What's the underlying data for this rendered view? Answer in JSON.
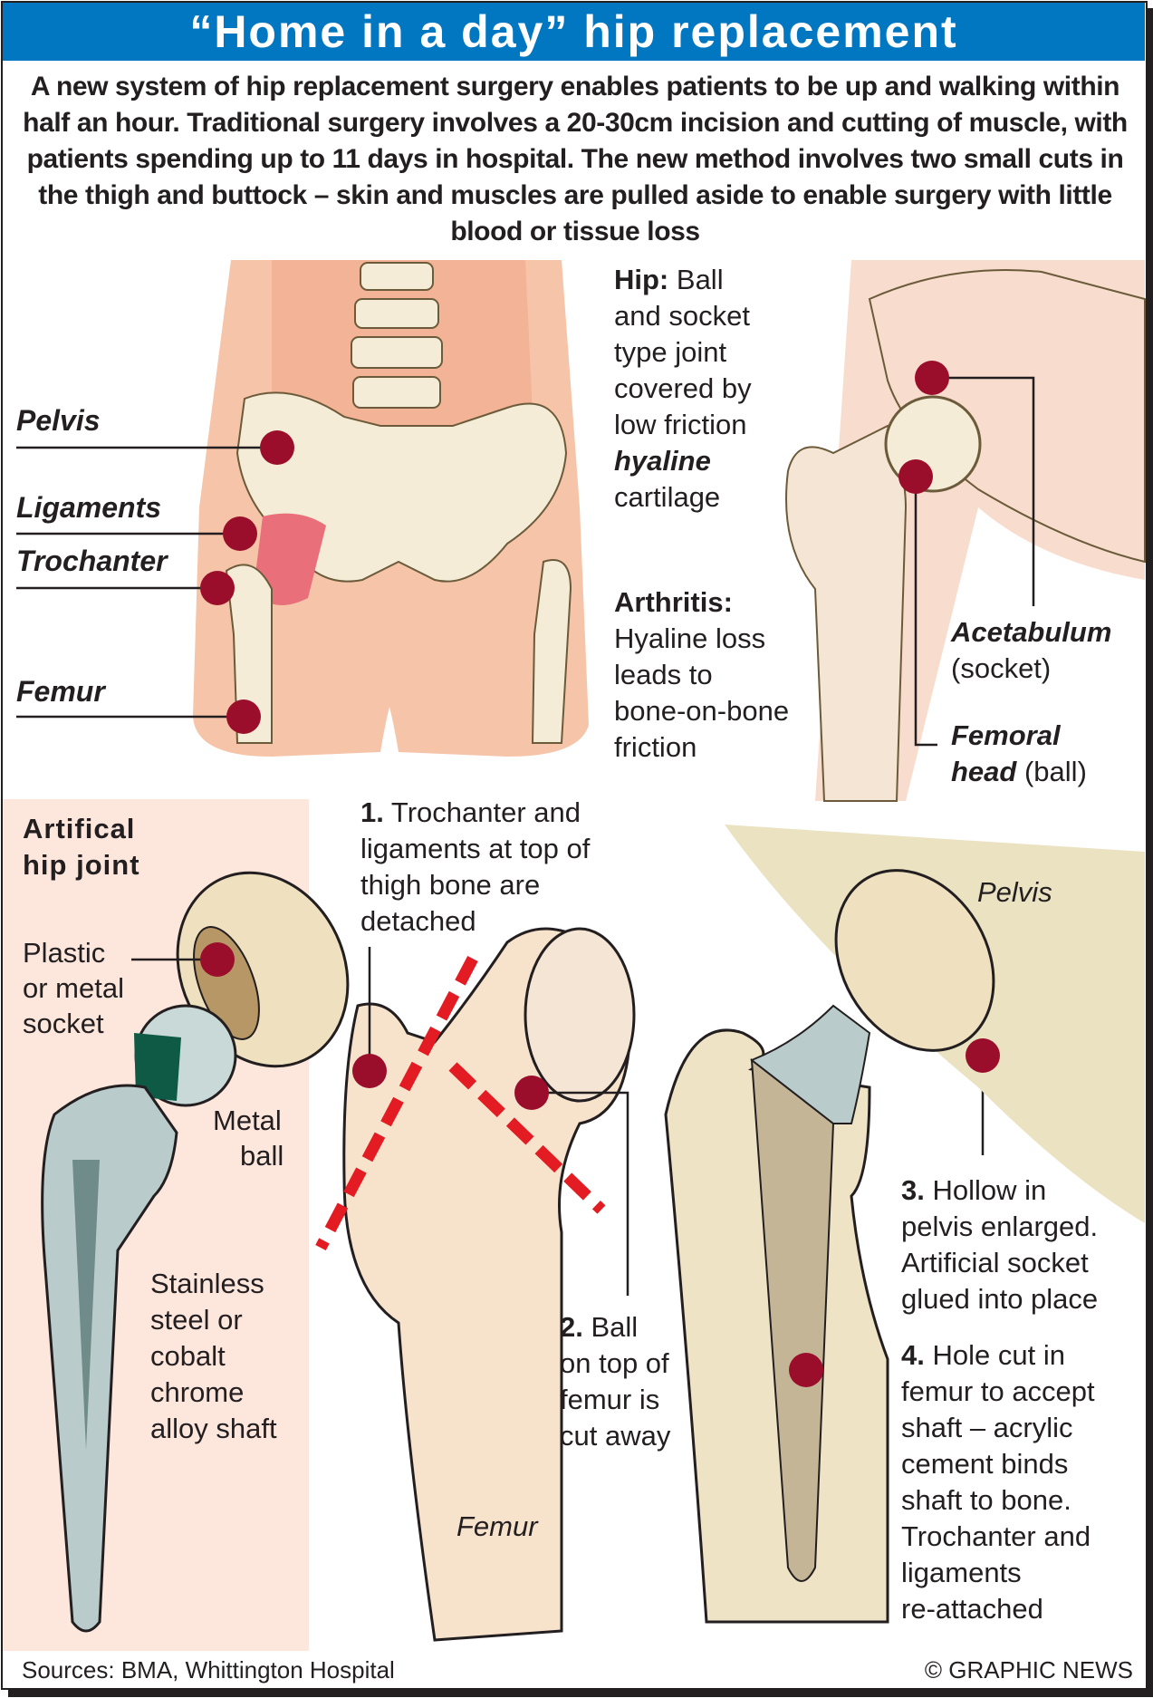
{
  "title": "“Home in a day” hip replacement",
  "intro": "A new system of hip replacement surgery enables patients to be up and walking within half an hour. Traditional surgery involves a 20-30cm incision and cutting of muscle, with patients spending up to 11 days in hospital. The new method involves two small cuts in the thigh and buttock – skin and muscles are pulled aside to enable surgery with little blood or tissue loss",
  "pelvis_labels": {
    "pelvis": "Pelvis",
    "ligaments": "Ligaments",
    "trochanter": "Trochanter",
    "femur": "Femur"
  },
  "hip": {
    "heading": "Hip:",
    "lines": [
      "Ball",
      "and socket",
      "type joint",
      "covered by",
      "low friction"
    ],
    "emph": "hyaline",
    "last": "cartilage"
  },
  "arthritis": {
    "heading": "Arthritis:",
    "lines": [
      "Hyaline loss",
      "leads to",
      "bone-on-bone",
      "friction"
    ]
  },
  "joint_labels": {
    "acetabulum": "Acetabulum",
    "acetabulum_note": "(socket)",
    "femoral": "Femoral",
    "head": "head",
    "head_note": "(ball)"
  },
  "artificial": {
    "heading": [
      "Artifical",
      "hip joint"
    ],
    "socket": [
      "Plastic",
      "or metal",
      "socket"
    ],
    "ball": [
      "Metal",
      "ball"
    ],
    "shaft": [
      "Stainless",
      "steel or",
      "cobalt",
      "chrome",
      "alloy shaft"
    ]
  },
  "steps": [
    {
      "num": "1.",
      "lines": [
        "Trochanter and",
        "ligaments at top of",
        "thigh bone are",
        "detached"
      ]
    },
    {
      "num": "2.",
      "lines": [
        "Ball",
        "on top of",
        "femur is",
        "cut away"
      ]
    },
    {
      "num": "3.",
      "lines": [
        "Hollow in",
        "pelvis enlarged.",
        "Artificial socket",
        "glued into place"
      ]
    },
    {
      "num": "4.",
      "lines": [
        "Hole cut in",
        "femur to accept",
        "shaft – acrylic",
        "cement binds",
        "shaft to bone.",
        "Trochanter and",
        "ligaments",
        "re-attached"
      ]
    }
  ],
  "illustration_labels": {
    "femur": "Femur",
    "pelvis": "Pelvis"
  },
  "footer": {
    "sources": "Sources: BMA, Whittington Hospital",
    "credit": "© GRAPHIC NEWS"
  },
  "colors": {
    "title_bg": "#0077c0",
    "skin": "#f6c4a8",
    "bone": "#f4ecd6",
    "marker": "#9b0e2b",
    "cut": "#e31b23",
    "panel": "#fde6dc",
    "metal": "#b9cccb",
    "pelvis_bg": "#ebe2c2"
  }
}
